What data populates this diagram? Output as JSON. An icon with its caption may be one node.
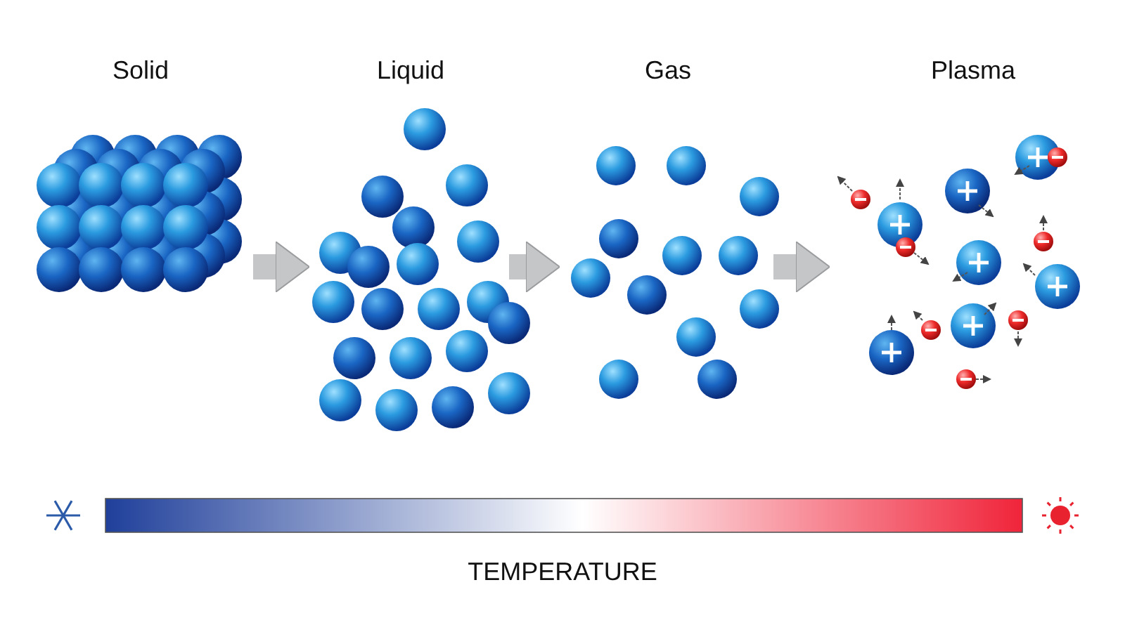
{
  "diagram": {
    "nodes": [
      {
        "text": [
          "Solid"
        ]
      },
      {
        "text": [
          "Liquid"
        ]
      },
      {
        "text": [
          "Gas"
        ]
      },
      {
        "text": [
          "Plasma"
        ]
      }
    ],
    "edges": [
      {
        "from": 0,
        "to": 1,
        "arrow": "to"
      },
      {
        "from": 1,
        "to": 2,
        "arrow": "to"
      },
      {
        "from": 2,
        "to": 3,
        "arrow": "to"
      }
    ],
    "labels": [
      "TEMPERATURE"
    ]
  }
}
